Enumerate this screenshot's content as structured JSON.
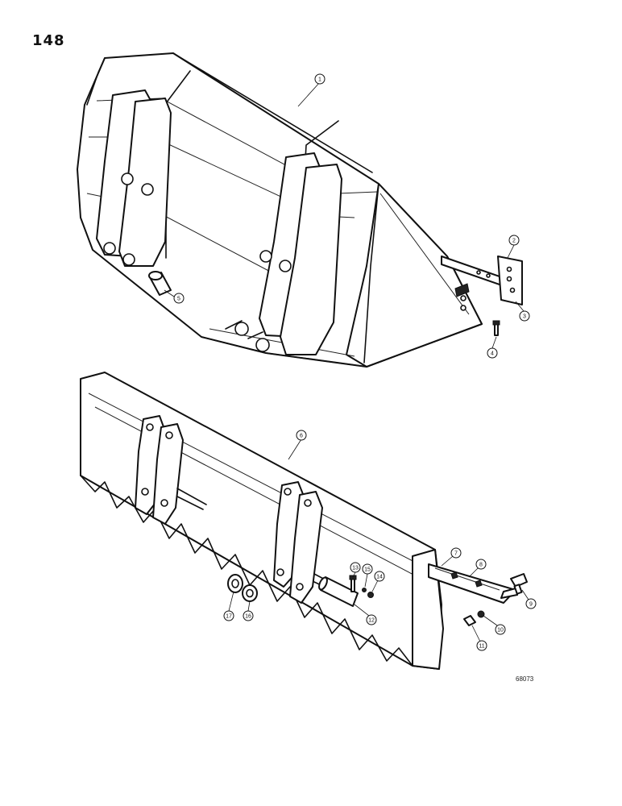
{
  "page": {
    "number": "148",
    "drawing_code": "68073"
  },
  "callouts": [
    {
      "id": "c1",
      "label": "1"
    },
    {
      "id": "c2",
      "label": "2"
    },
    {
      "id": "c3",
      "label": "3"
    },
    {
      "id": "c4",
      "label": "4"
    },
    {
      "id": "c5",
      "label": "5"
    },
    {
      "id": "c6",
      "label": "6"
    },
    {
      "id": "c7",
      "label": "7"
    },
    {
      "id": "c8",
      "label": "8"
    },
    {
      "id": "c9",
      "label": "9"
    },
    {
      "id": "c10",
      "label": "10"
    },
    {
      "id": "c11",
      "label": "11"
    },
    {
      "id": "c12",
      "label": "12"
    },
    {
      "id": "c13",
      "label": "13"
    },
    {
      "id": "c14",
      "label": "14"
    },
    {
      "id": "c15",
      "label": "15"
    },
    {
      "id": "c16",
      "label": "16"
    },
    {
      "id": "c17",
      "label": "17"
    }
  ]
}
